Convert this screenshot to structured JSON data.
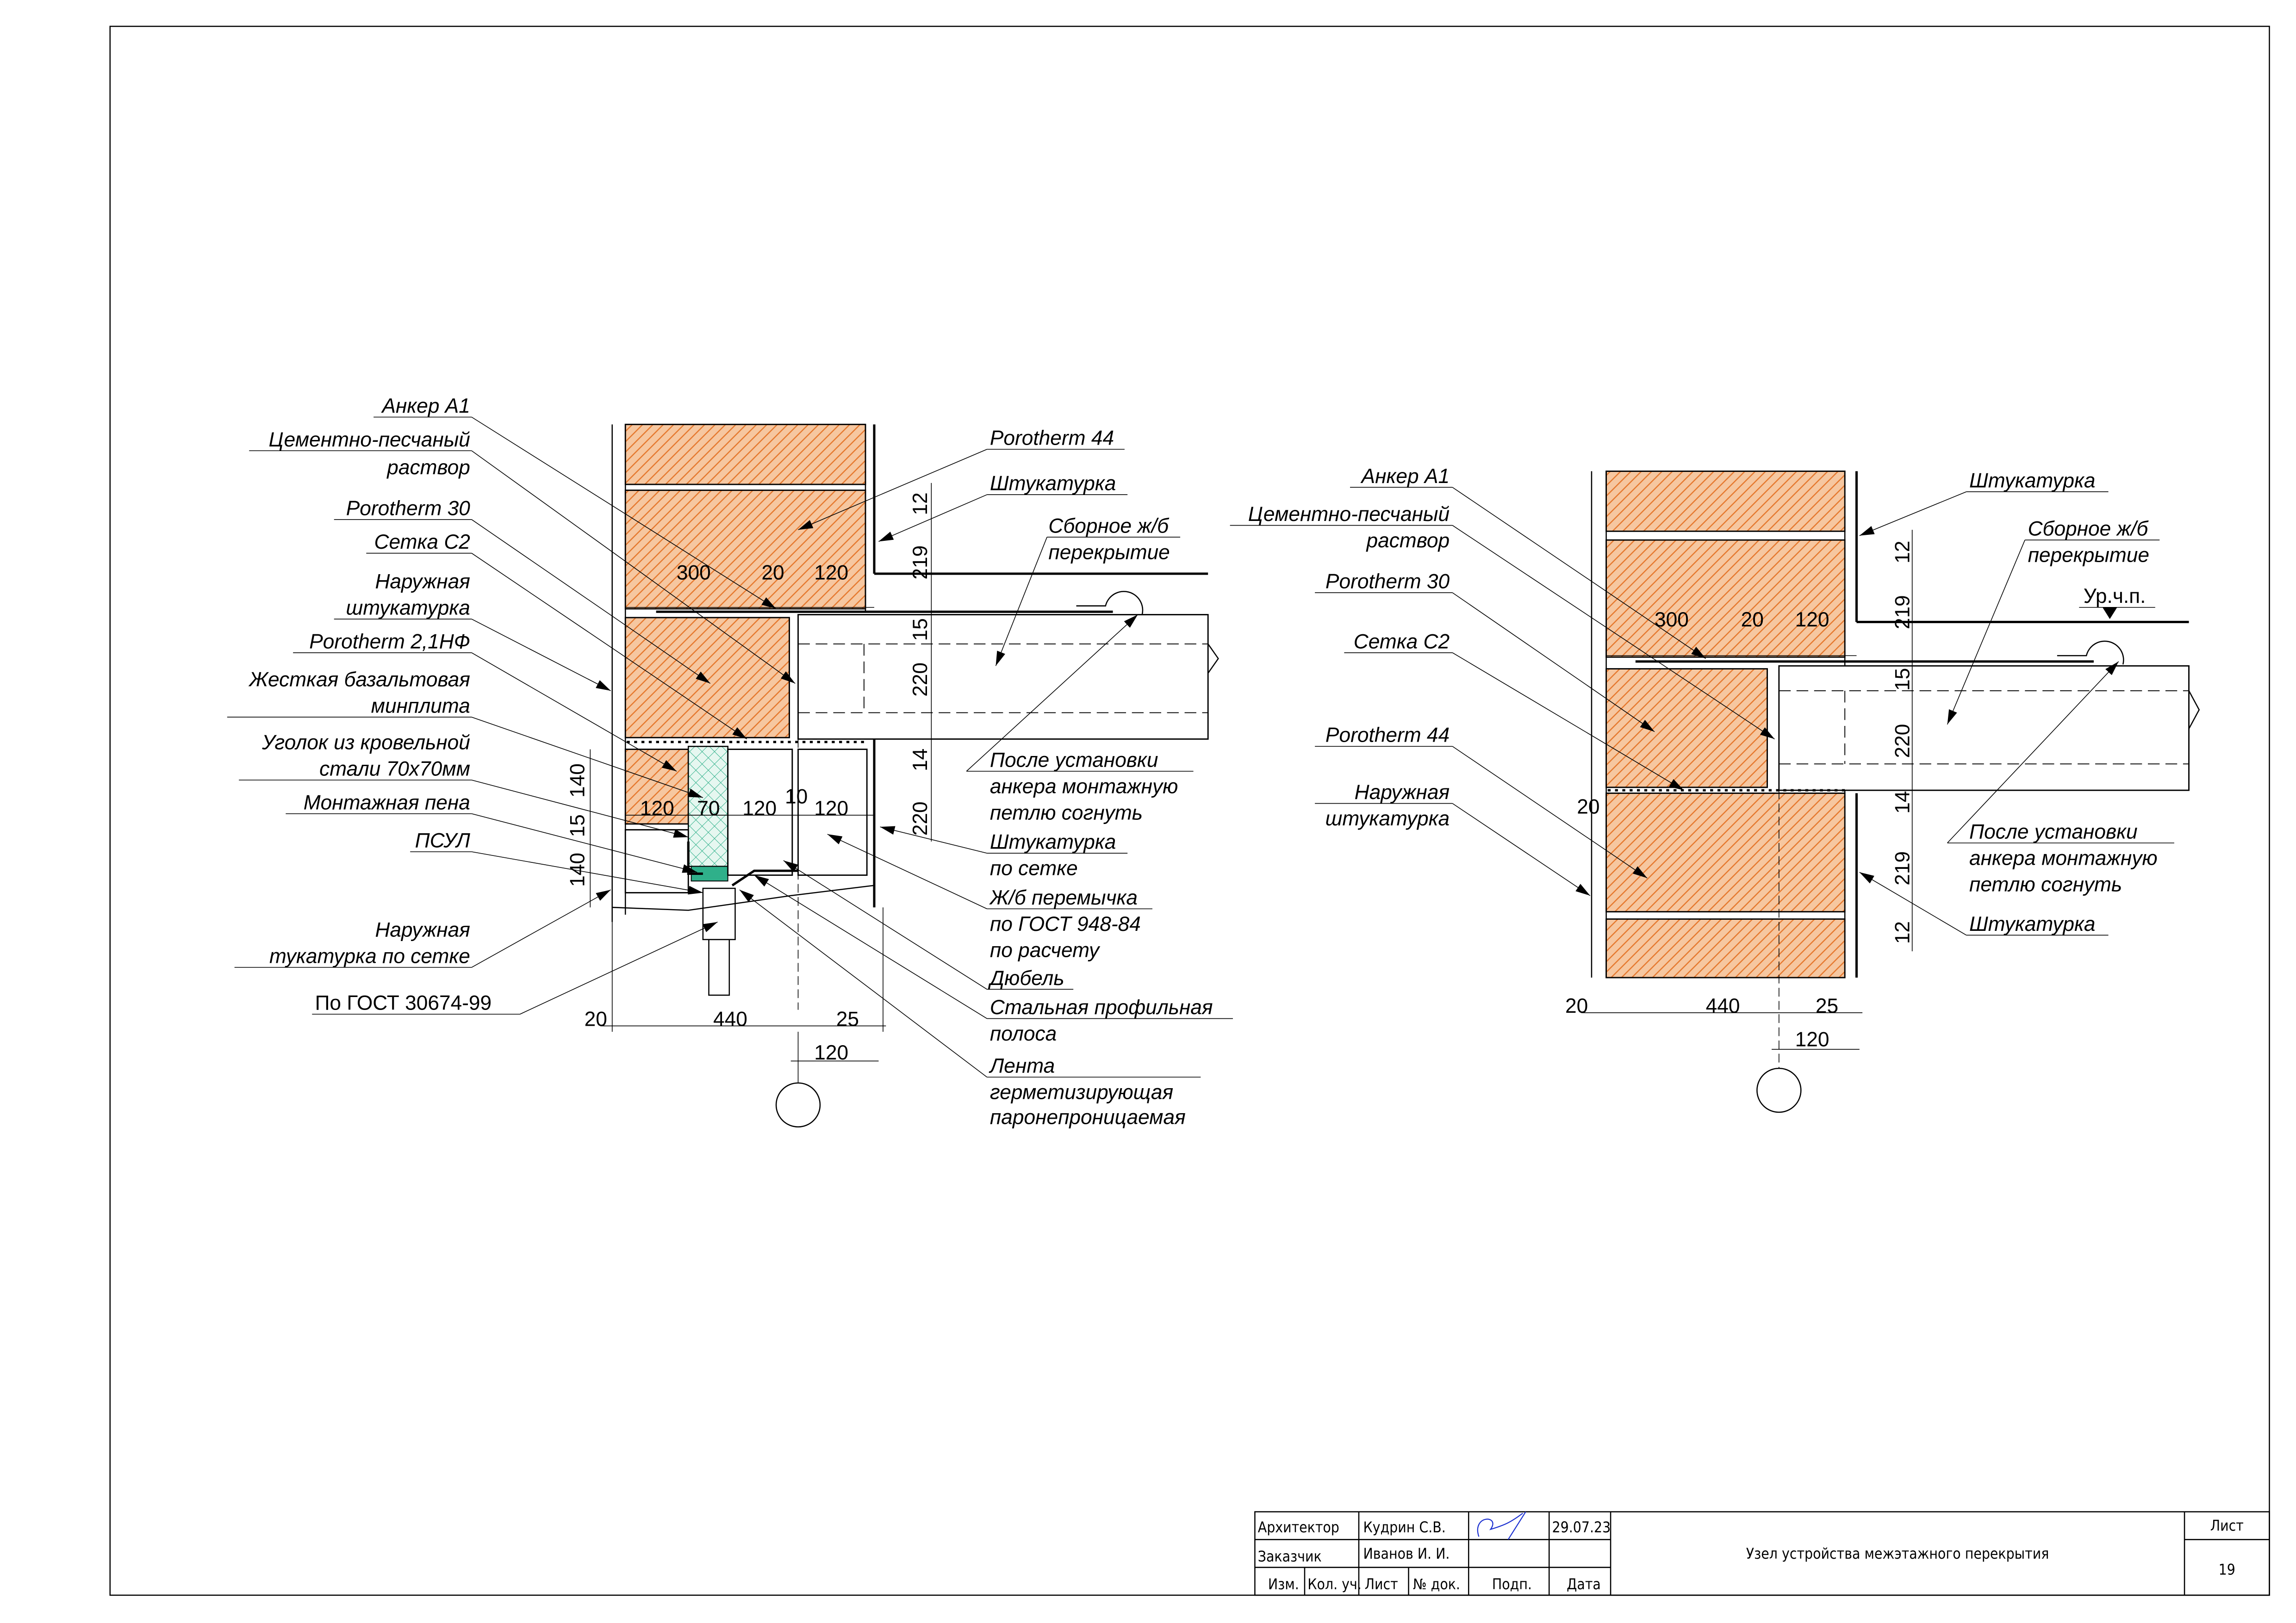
{
  "left_detail": {
    "labels_left": {
      "anchor": "Анкер А1",
      "mortar_1": "Цементно-песчаный",
      "mortar_2": "раствор",
      "porotherm30": "Porotherm 30",
      "mesh": "Сетка С2",
      "ext_plaster_1": "Наружная",
      "ext_plaster_2": "штукатурка",
      "porotherm21": "Porotherm 2,1НФ",
      "basalt_1": "Жесткая базальтовая",
      "basalt_2": "минплита",
      "angle_1": "Уголок из кровельной",
      "angle_2": "стали 70х70мм",
      "foam": "Монтажная пена",
      "psul": "ПСУЛ",
      "ext_mesh_1": "Наружная",
      "ext_mesh_2": "тукатурка по сетке",
      "gost_window": "По ГОСТ 30674-99"
    },
    "labels_right": {
      "porotherm44": "Porotherm 44",
      "plaster": "Штукатурка",
      "slab_1": "Сборное ж/б",
      "slab_2": "перекрытие",
      "after_1": "После установки",
      "after_2": "анкера монтажную",
      "after_3": "петлю согнуть",
      "plaster_mesh_1": "Штукатурка",
      "plaster_mesh_2": "по сетке",
      "lintel_1": "Ж/б перемычка",
      "lintel_2": "по ГОСТ 948-84",
      "lintel_3": "по расчету",
      "dowel": "Дюбель",
      "strip_1": "Стальная профильная",
      "strip_2": "полоса",
      "tape_1": "Лента",
      "tape_2": "герметизирующая",
      "tape_3": "паронепроницаемая"
    },
    "dims": {
      "d300": "300",
      "d20": "20",
      "d120": "120",
      "v12": "12",
      "v219": "219",
      "v15": "15",
      "v220a": "220",
      "v14": "14",
      "v220b": "220",
      "l140a": "140",
      "l15": "15",
      "l140b": "140",
      "i120a": "120",
      "i70": "70",
      "i120b": "120",
      "i10": "10",
      "i120c": "120",
      "b20": "20",
      "b440": "440",
      "b25": "25",
      "b120": "120"
    }
  },
  "right_detail": {
    "labels_left": {
      "anchor": "Анкер А1",
      "mortar_1": "Цементно-песчаный",
      "mortar_2": "раствор",
      "porotherm30": "Porotherm 30",
      "mesh": "Сетка С2",
      "porotherm44": "Porotherm 44",
      "ext_plaster_1": "Наружная",
      "ext_plaster_2": "штукатурка"
    },
    "labels_right": {
      "plaster_top": "Штукатурка",
      "slab_1": "Сборное ж/б",
      "slab_2": "перекрытие",
      "floor_level": "Ур.ч.п.",
      "after_1": "После установки",
      "after_2": "анкера монтажную",
      "after_3": "петлю согнуть",
      "plaster_bottom": "Штукатурка"
    },
    "dims": {
      "d300": "300",
      "d20": "20",
      "d120": "120",
      "v12a": "12",
      "v219a": "219",
      "v15": "15",
      "v220": "220",
      "v14": "14",
      "v219b": "219",
      "v12b": "12",
      "s20": "20",
      "b20": "20",
      "b440": "440",
      "b25": "25",
      "b120": "120"
    }
  },
  "title_block": {
    "role_architect": "Архитектор",
    "architect_name": "Кудрин С.В.",
    "date_signed": "29.07.23",
    "role_customer": "Заказчик",
    "customer_name": "Иванов И. И.",
    "col_izm": "Изм.",
    "col_kol": "Кол. уч.",
    "col_list": "Лист",
    "col_doc": "№ док.",
    "col_sign": "Подп.",
    "col_date": "Дата",
    "drawing_title": "Узел устройства межэтажного перекрытия",
    "sheet_label": "Лист",
    "sheet_number": "19"
  },
  "colors": {
    "brick": "#e98a4a",
    "mesh_insulation": "#2fb08a",
    "signature": "#1a2fd0"
  }
}
